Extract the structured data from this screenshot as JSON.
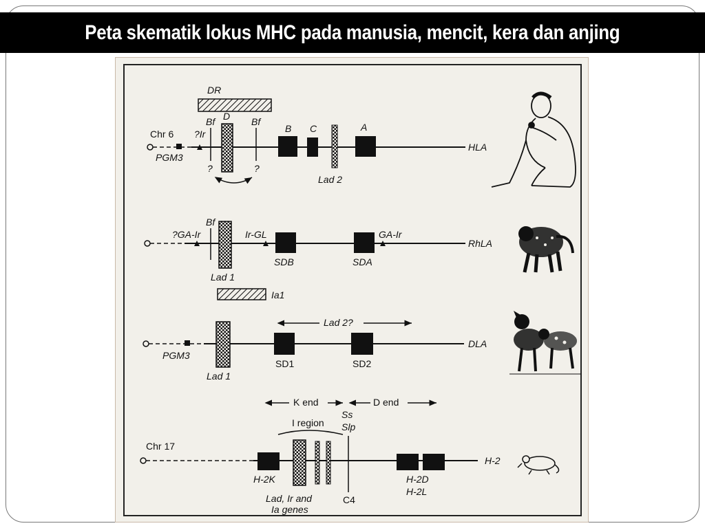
{
  "slide": {
    "title": "Peta skematik lokus MHC pada manusia, mencit, kera dan anjing"
  },
  "figure": {
    "human": {
      "chr": "Chr 6",
      "region_dr": "DR",
      "bf_left": "Bf",
      "d": "D",
      "bf_right": "Bf",
      "ir": "?Ir",
      "pgm3": "PGM3",
      "q_left": "?",
      "q_right": "?",
      "b": "B",
      "c": "C",
      "lad2": "Lad 2",
      "a": "A",
      "locus": "HLA"
    },
    "rhesus": {
      "ga_ir_left": "?GA-Ir",
      "bf": "Bf",
      "ir_gl": "Ir-GL",
      "lad1": "Lad 1",
      "sdb": "SDB",
      "sda": "SDA",
      "ga_ir_right": "GA-Ir",
      "locus": "RhLA"
    },
    "dog": {
      "ia1": "Ia1",
      "lad2q": "Lad 2?",
      "pgm3": "PGM3",
      "lad1": "Lad 1",
      "sd1": "SD1",
      "sd2": "SD2",
      "locus": "DLA"
    },
    "mouse": {
      "k_end": "K end",
      "d_end": "D end",
      "ss": "Ss",
      "slp": "Slp",
      "i_region": "I region",
      "chr": "Chr 17",
      "h2k": "H-2K",
      "lad_ir_and": "Lad, Ir and",
      "ia_genes": "Ia genes",
      "c4": "C4",
      "h2d": "H-2D",
      "h2l": "H-2L",
      "locus": "H-2"
    }
  },
  "colors": {
    "title_bg": "#000000",
    "title_fg": "#ffffff",
    "figure_bg": "#f2f0ea",
    "ink": "#111111"
  }
}
